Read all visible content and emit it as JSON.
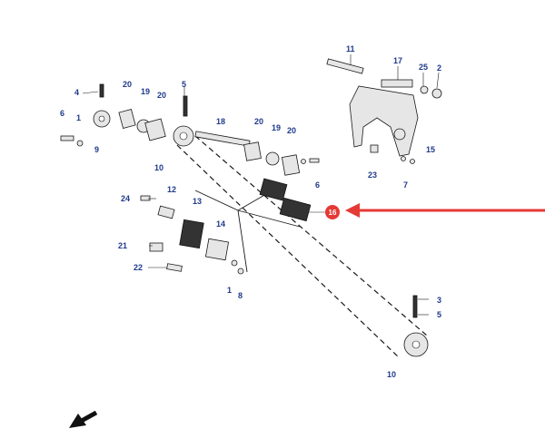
{
  "diagram": {
    "callouts": {
      "c1a": "1",
      "c1b": "1",
      "c2": "2",
      "c3": "3",
      "c4": "4",
      "c5a": "5",
      "c5b": "5",
      "c6a": "6",
      "c6b": "6",
      "c7": "7",
      "c8": "8",
      "c9": "9",
      "c10a": "10",
      "c10b": "10",
      "c11": "11",
      "c12": "12",
      "c13": "13",
      "c14": "14",
      "c15": "15",
      "c16": "16",
      "c17": "17",
      "c18": "18",
      "c19a": "19",
      "c19b": "19",
      "c20a": "20",
      "c20b": "20",
      "c20c": "20",
      "c21": "21",
      "c22": "22",
      "c23": "23",
      "c24": "24",
      "c25": "25"
    },
    "highlight_color": "#e53935",
    "callout_color": "#1f3a8a",
    "nav_icon": "arrow-down-left-icon"
  }
}
